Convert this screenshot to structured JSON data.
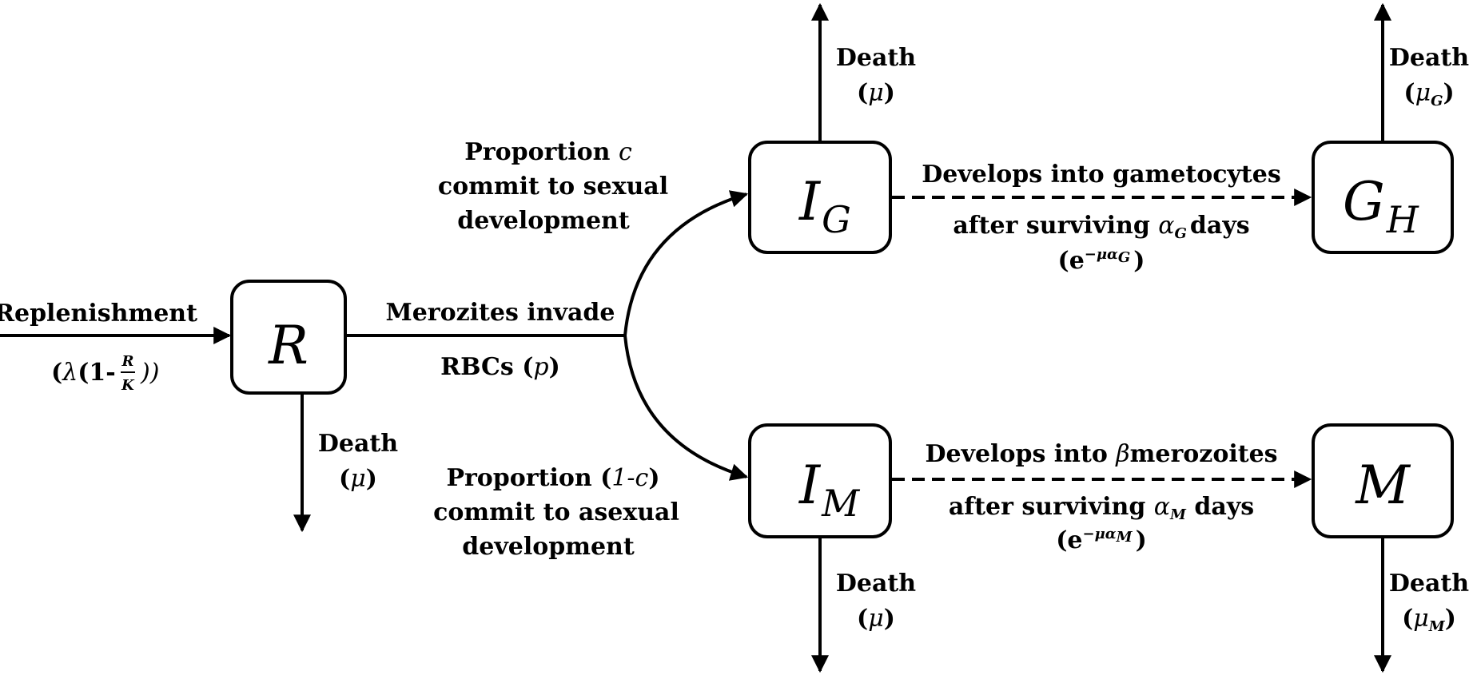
{
  "nodes": {
    "R": {
      "main": "R",
      "sub": ""
    },
    "IG": {
      "main": "I",
      "sub": "G"
    },
    "IM": {
      "main": "I",
      "sub": "M"
    },
    "GH": {
      "main": "G",
      "sub": "H"
    },
    "M": {
      "main": "M",
      "sub": ""
    }
  },
  "labels": {
    "replenishment": "Replenishment",
    "replenishment_rate": {
      "open": "(",
      "lambda": "λ",
      "one_minus": "(1-",
      "num": "R",
      "den": "K",
      "close": "))"
    },
    "r_death": {
      "title": "Death",
      "rate_open": "(",
      "rate": "μ",
      "rate_close": ")"
    },
    "invade_line1": "Merozites invade",
    "invade_line2_pre": "RBCs (",
    "invade_param": "p",
    "invade_line2_post": ")",
    "sexual": {
      "line1_pre": "Proportion ",
      "line1_param": "c",
      "line2": "commit to sexual",
      "line3": "development"
    },
    "asexual": {
      "line1_pre": "Proportion (",
      "line1_param": "1-c",
      "line1_post": ")",
      "line2": "commit to asexual",
      "line3": "development"
    },
    "ig_death": {
      "title": "Death",
      "rate_open": "(",
      "rate": "μ",
      "rate_close": ")"
    },
    "im_death": {
      "title": "Death",
      "rate_open": "(",
      "rate": "μ",
      "rate_close": ")"
    },
    "gh_death": {
      "title": "Death",
      "rate_open": "(",
      "rate": "μ",
      "rate_sub": "G",
      "rate_close": ")"
    },
    "m_death": {
      "title": "Death",
      "rate_open": "(",
      "rate": "μ",
      "rate_sub": "M",
      "rate_close": ")"
    },
    "gametocytes": {
      "line1": "Develops into gametocytes",
      "line2_pre": "after surviving ",
      "alpha": "α",
      "alpha_sub": "G",
      "line2_post": "days",
      "surv_open": "(e",
      "surv_exp": "−μα",
      "surv_exp_sub": "G",
      "surv_close": ")"
    },
    "merozoites": {
      "line1_pre": "Develops into ",
      "beta": "β",
      "line1_post": "merozoites",
      "line2_pre": "after surviving ",
      "alpha": "α",
      "alpha_sub": "M",
      "line2_post": " days",
      "surv_open": "(e",
      "surv_exp": "−μα",
      "surv_exp_sub": "M",
      "surv_close": ")"
    }
  }
}
